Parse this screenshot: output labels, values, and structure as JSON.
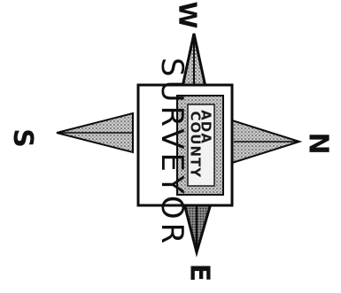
{
  "logo": {
    "word": "SURVEYOR",
    "county_lines": [
      "ADA",
      "COUNTY"
    ],
    "directions": {
      "north": "N",
      "south": "S",
      "west": "W",
      "east": "E"
    },
    "colors": {
      "ink": "#111111",
      "background": "#ffffff"
    }
  }
}
